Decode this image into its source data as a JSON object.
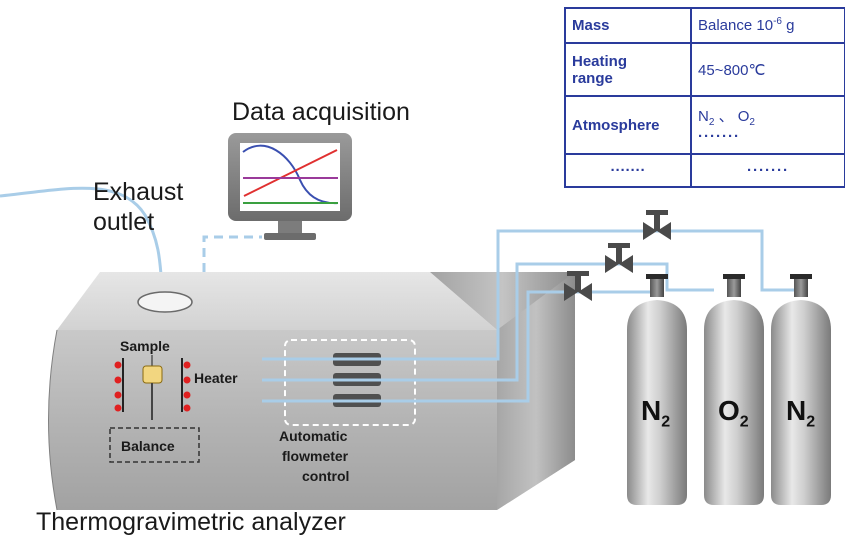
{
  "labels": {
    "data_acquisition": "Data acquisition",
    "exhaust_line1": "Exhaust",
    "exhaust_line2": "outlet",
    "sample": "Sample",
    "heater": "Heater",
    "balance": "Balance",
    "flow_line1": "Automatic",
    "flow_line2": "flowmeter",
    "flow_line3": "control",
    "analyzer": "Thermogravimetric analyzer"
  },
  "cylinders": [
    {
      "main": "N",
      "sub": "2"
    },
    {
      "main": "O",
      "sub": "2"
    },
    {
      "main": "N",
      "sub": "2"
    }
  ],
  "spec_table": {
    "mass_key": "Mass",
    "mass_val": "Balance 10",
    "mass_exp": "-6",
    "mass_unit": " g",
    "heat_key_1": "Heating",
    "heat_key_2": "range",
    "heat_val": "45~800℃",
    "atm_key": "Atmosphere",
    "atm_n": "N",
    "atm_sub1": "2",
    "atm_sep": " 、 ",
    "atm_o": "O",
    "atm_sub2": "2",
    "atm_dots": "·······",
    "more_key": "·······",
    "more_val": "·······"
  },
  "colors": {
    "pipe": "#a9cde8",
    "table_border": "#2a3b9c",
    "heater_dot": "#e02020",
    "plot_blue": "#3a4fb0",
    "plot_red": "#e03030",
    "plot_purple": "#9a3a9a",
    "plot_green": "#3aa040"
  }
}
